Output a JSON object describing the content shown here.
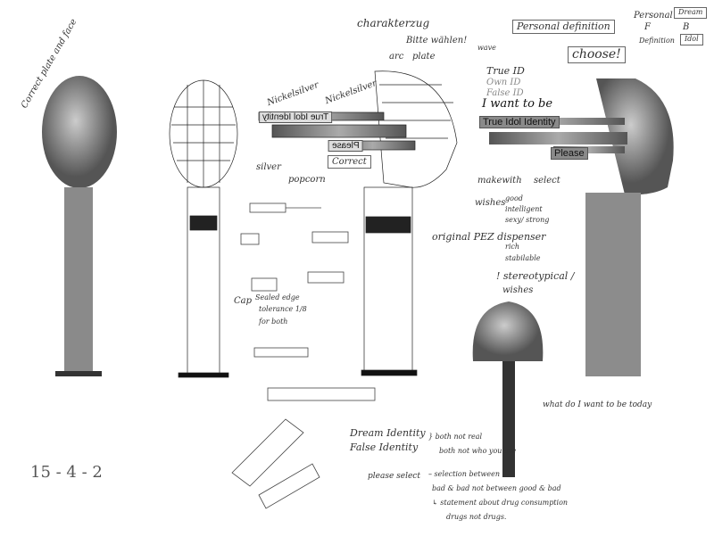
{
  "notes": {
    "correct_plate_face": "Correct plate and face",
    "charakterzug": "charakterzug",
    "bitte_waehlen": "Bitte wählen!",
    "arc": "arc",
    "plate": "plate",
    "nickelsilver_1": "Nickelsilver",
    "nickelsilver_2": "Nickelsilver",
    "silver": "silver",
    "popcorn": "popcorn",
    "correct": "Correct",
    "personal_definition": "Personal definition",
    "choose": "choose!",
    "personal": "Personal",
    "dream": "Dream",
    "f": "F",
    "b": "B",
    "definition": "Definition",
    "idol": "Idol",
    "wave": "wave",
    "true_id": "True ID",
    "own_id": "Own ID",
    "false_id": "False ID",
    "i_want_to_be": "I want to be",
    "makewith": "makewith",
    "select": "select",
    "wishes": "wishes",
    "good": "good",
    "intelligent": "intelligent",
    "sexy_strong": "sexy/ strong",
    "rich": "rich",
    "stable": "stabilable",
    "original_pez": "original PEZ dispenser",
    "stereotypical": "! stereotypical /",
    "wishes2": "wishes",
    "cap": "Cap",
    "sealed_edge": "Sealed edge",
    "sealed_edge_2": "tolerance 1/8",
    "sealed_edge_3": "for both",
    "what_today": "what do I want to be today",
    "dream_identity": "Dream Identity",
    "false_identity": "False Identity",
    "both_not_real": "} both not real",
    "both_not_who": "both not who you are",
    "please_select": "please select",
    "selection_between": "– selection between",
    "bad_bad": "bad & bad not between good & bad",
    "statement": "↳ statement about drug consumption",
    "drugs": "drugs not drugs.",
    "sheet_number": "15 - 4 - 2"
  },
  "labels": {
    "true_idol_identity": "True Idol Identity",
    "please": "Please",
    "true_idol_identity_mirrored": "True Idol Identity",
    "please_mirrored": "Please"
  }
}
